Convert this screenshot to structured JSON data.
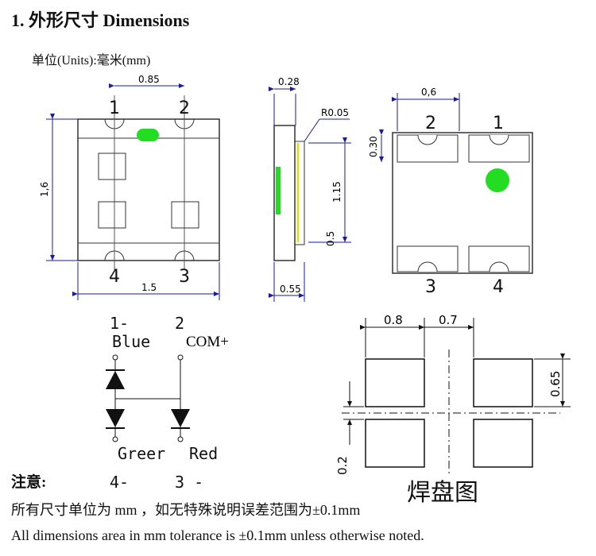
{
  "header": {
    "title": "1.  外形尺寸 Dimensions",
    "units": "单位(Units):毫米(mm)"
  },
  "front_view": {
    "dim_top": "0.85",
    "dim_left": "1,6",
    "dim_bottom": "1.5",
    "pins": [
      "1",
      "2",
      "4",
      "3"
    ]
  },
  "side_view": {
    "dim_top": "0.28",
    "radius": "R0.05",
    "height": "1.15",
    "small": "0.5",
    "bottom": "0.55"
  },
  "back_view": {
    "dim_top": "0,6",
    "dim_left": "0.30",
    "pins": [
      "2",
      "1",
      "3",
      "4"
    ]
  },
  "circuit": {
    "pin1": "1-",
    "blue": "Blue",
    "pin2": "2",
    "com": "COM+",
    "green": "Greer",
    "red": "Red",
    "pin4": "4-",
    "pin3": "3 -"
  },
  "pad": {
    "dim_a": "0.8",
    "dim_b": "0.7",
    "dim_c": "0.65",
    "dim_d": "0.2",
    "title": "焊盘图"
  },
  "notes": {
    "heading": "注意:",
    "line1": "所有尺寸单位为 mm ，如无特殊说明误差范围为±0.1mm",
    "line2": "All dimensions area in mm tolerance is ±0.1mm unless otherwise noted."
  },
  "colors": {
    "dim": "#1a1aa8",
    "led": "#22dd22",
    "line": "#333333"
  }
}
